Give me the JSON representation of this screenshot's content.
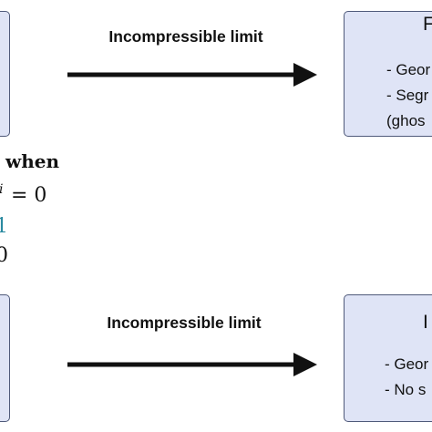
{
  "top": {
    "arrow_label": "Incompressible limit",
    "box_title": "F",
    "box_lines": [
      "- Geor",
      "- Segr",
      "(ghos"
    ]
  },
  "middle": {
    "line1": "when",
    "line2_sup": "i",
    "line2": "= 0",
    "line3": "1",
    "line4": "0"
  },
  "bottom": {
    "arrow_label": "Incompressible limit",
    "box_title": "I",
    "box_lines": [
      "- Geor",
      "- No s"
    ]
  },
  "colors": {
    "box_fill": "#dfe4f6",
    "box_border": "#4f5a7a",
    "arrow": "#111111",
    "teal_text": "#2a8aa0"
  }
}
